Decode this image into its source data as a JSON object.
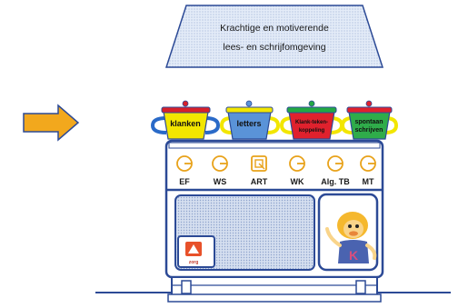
{
  "title": {
    "line1": "Krachtige en motiverende",
    "line2": "lees- en schrijfomgeving"
  },
  "pots": [
    {
      "label": "klanken",
      "color": "#f2e600",
      "lid": "#d7202a",
      "handle": "#2a6ac8"
    },
    {
      "label": "letters",
      "color": "#5a93d8",
      "lid": "#f2e600",
      "handle": "#f2e600"
    },
    {
      "label": "Klank-teken-koppeling",
      "line1": "Klank-teken-",
      "line2": "koppeling",
      "color": "#e0212d",
      "lid": "#23a843",
      "handle": "#f2e600"
    },
    {
      "label": "spontaan schrijven",
      "line1": "spontaan",
      "line2": "schrijven",
      "color": "#2fac4a",
      "lid": "#e0212d",
      "handle": "#f2e600"
    }
  ],
  "dials": [
    "EF",
    "WS",
    "ART",
    "WK",
    "Alg. TB",
    "MT"
  ],
  "oven_window": {
    "badge": "zorg"
  },
  "colors": {
    "outline": "#2c4a96",
    "arrow": "#f2a81d",
    "dial": "#e8a21a",
    "title_fill": "#d8e6f5",
    "window_fill": "#c9d6ec"
  }
}
